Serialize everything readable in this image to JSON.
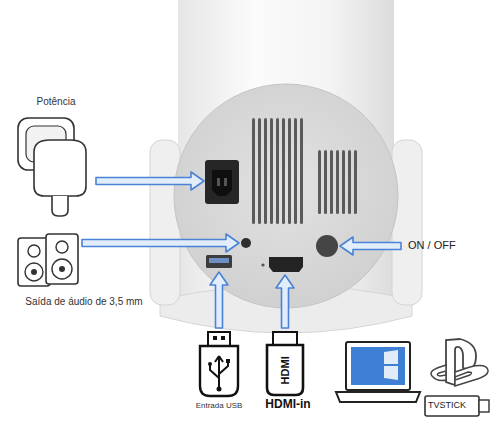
{
  "diagram": {
    "labels": [
      "Potência",
      "Saída de áudio de 3,5 mm",
      "ON / OFF",
      "Entrada USB",
      "HDMI-in",
      "HDMI",
      "TVSTICK"
    ]
  }
}
